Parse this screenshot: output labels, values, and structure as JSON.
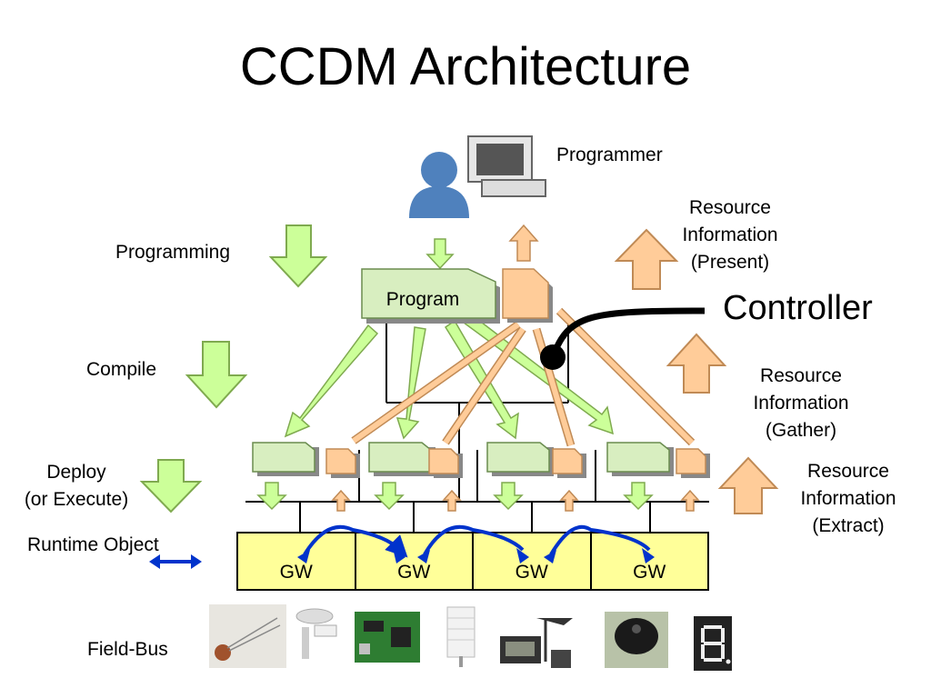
{
  "title": "CCDM Architecture",
  "labels": {
    "programmer": "Programmer",
    "programming": "Programming",
    "compile": "Compile",
    "deploy_1": "Deploy",
    "deploy_2": "(or Execute)",
    "runtime_object": "Runtime Object",
    "field_bus": "Field-Bus",
    "program": "Program",
    "controller": "Controller",
    "res_present": [
      "Resource",
      "Information",
      "(Present)"
    ],
    "res_gather": [
      "Resource",
      "Information",
      "(Gather)"
    ],
    "res_extract": [
      "Resource",
      "Information",
      "(Extract)"
    ]
  },
  "gateways": [
    "GW",
    "GW",
    "GW",
    "GW"
  ],
  "colors": {
    "green": "#ccff99",
    "orange": "#ffcc99",
    "yellow": "#ffff99",
    "blue": "#0033cc",
    "doc_green": "#d8eec0"
  },
  "icons": [
    "programmer-computer-icon",
    "photoresistor-icon",
    "anemometer-icon",
    "circuit-board-icon",
    "temperature-sensor-icon",
    "weather-station-icon",
    "buzzer-icon",
    "seven-segment-display-icon"
  ]
}
